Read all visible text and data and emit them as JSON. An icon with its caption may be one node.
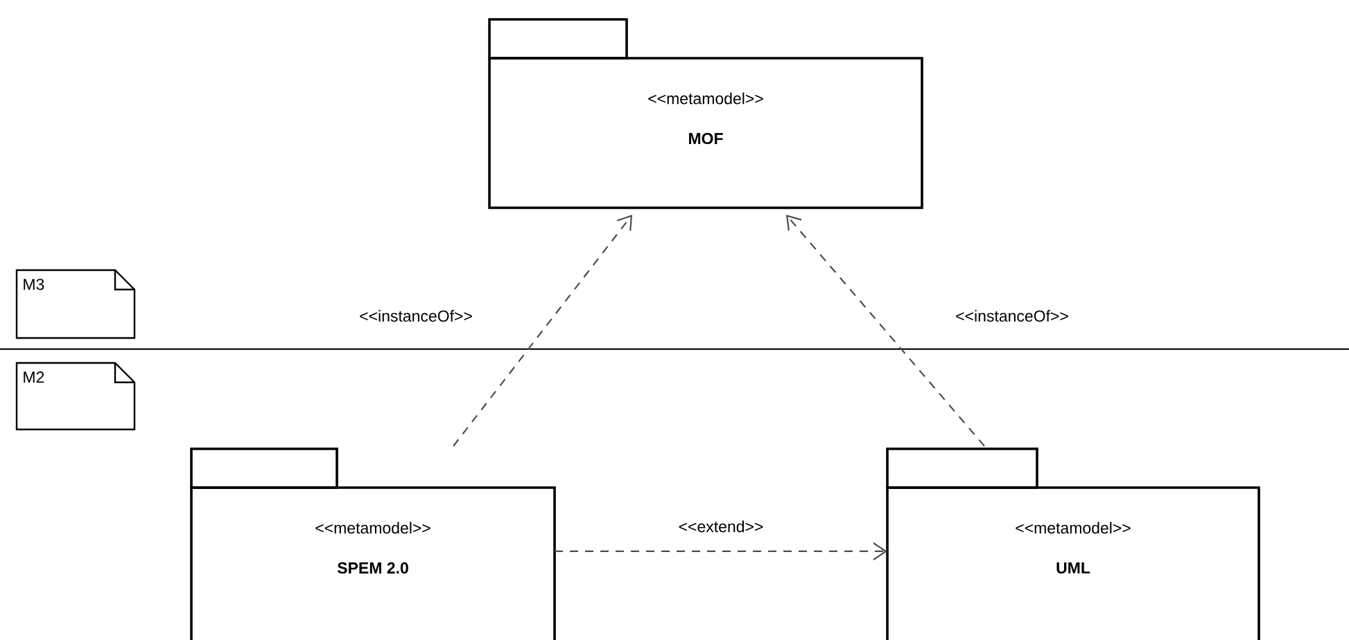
{
  "diagram": {
    "nodes": [
      {
        "text": [
          "<<metamodel>>",
          "MOF"
        ]
      },
      {
        "text": [
          "M3"
        ]
      },
      {
        "text": [
          "M2"
        ]
      },
      {
        "text": [
          "<<metamodel>>",
          "SPEM 2.0"
        ]
      },
      {
        "text": [
          "<<metamodel>>",
          "UML"
        ]
      }
    ],
    "edges": [
      {
        "from": 3,
        "to": 0,
        "arrow": "to",
        "label": "<<instanceOf>>",
        "style": "dashed"
      },
      {
        "from": 4,
        "to": 0,
        "arrow": "to",
        "label": "<<instanceOf>>",
        "style": "dashed"
      },
      {
        "from": 3,
        "to": 4,
        "arrow": "to",
        "label": "<<extend>>",
        "style": "dashed"
      }
    ]
  }
}
